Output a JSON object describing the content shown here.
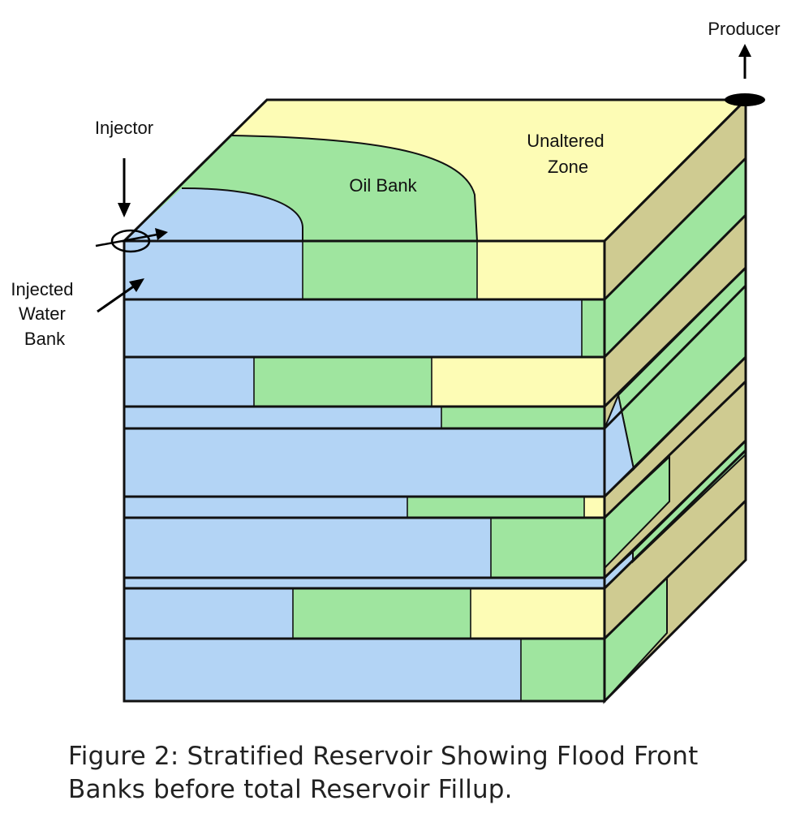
{
  "labels": {
    "producer": "Producer",
    "injector": "Injector",
    "oil_bank": "Oil Bank",
    "unaltered_zone": [
      "Unaltered",
      "Zone"
    ],
    "injected_water_bank": [
      "Injected",
      "Water",
      "Bank"
    ]
  },
  "caption": {
    "line1": "Figure 2: Stratified Reservoir Showing Flood Front",
    "line2": "Banks before total Reservoir Fillup."
  },
  "colors": {
    "water": "#b3d4f5",
    "oil": "#9fe59f",
    "unaltered": "#fdfcb5",
    "side_unaltered": "#cfcb91",
    "outline": "#111111"
  }
}
